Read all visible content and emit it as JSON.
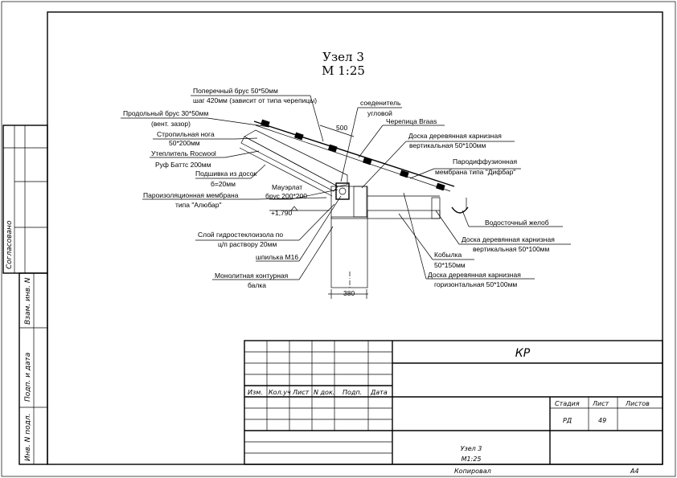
{
  "drawing": {
    "title": "Узел 3",
    "scale": "М 1:25"
  },
  "callouts": {
    "cross_batten_1": "Поперечный брус 50*50мм",
    "cross_batten_2": "шаг 420мм (зависит от типа черепицы)",
    "long_batten_1": "Продольный брус 30*50мм",
    "long_batten_2": "(вент. зазор)",
    "rafter_1": "Стропильная нога",
    "rafter_2": "50*200мм",
    "insulation_1": "Утеплитель Rocwool",
    "insulation_2": "Руф Баттс 200мм",
    "subdeck_1": "Подшивка из досок",
    "subdeck_2": "б=20мм",
    "vapor_1": "Пароизоляционная мембрана",
    "vapor_2": "типа \"Алюбар\"",
    "mauerlat_1": "Мауэрлат",
    "mauerlat_2": "брус 200*200",
    "level": "+1,790",
    "waterproof_1": "Слой гидростеклоизола по",
    "waterproof_2": "ц/п раствору 20мм",
    "stud": "шпилька М16",
    "beam_1": "Монолитная контурная",
    "beam_2": "балка",
    "connector_1": "соеденитель",
    "connector_2": "угловой",
    "tile": "Черепица Braas",
    "eave_vert_1": "Доска деревянная карнизная",
    "eave_vert_2": "вертикальная 50*100мм",
    "membrane_1": "Пародиффузионная",
    "membrane_2": "мембрана типа \"Дифбар\"",
    "gutter": "Водосточный желоб",
    "eave_vert_b1": "Доска деревянная карнизная",
    "eave_vert_b2": "вертикальная 50*100мм",
    "kobylka_1": "Кобылка",
    "kobylka_2": "50*150мм",
    "eave_horiz_1": "Доска деревянная карнизная",
    "eave_horiz_2": "горизонтальная 50*100мм",
    "dim_wall": "380",
    "dim_500": "500"
  },
  "side_stamp": {
    "agreed": "Согласовано",
    "inv_no_replace": "Взам. инв. N",
    "sign_date": "Подп. и дата",
    "inv_no_orig": "Инв. N подл."
  },
  "title_block": {
    "headers": [
      "Изм.",
      "Кол.уч",
      "Лист",
      "N док.",
      "Подп.",
      "Дата"
    ],
    "code": "КР",
    "stage_label": "Стадия",
    "sheet_label": "Лист",
    "sheets_label": "Листов",
    "stage": "РД",
    "sheet": "49",
    "sheets": "",
    "sheet_name_1": "Узел 3",
    "sheet_name_2": "М1:25",
    "copied": "Копировал",
    "format": "А4"
  }
}
